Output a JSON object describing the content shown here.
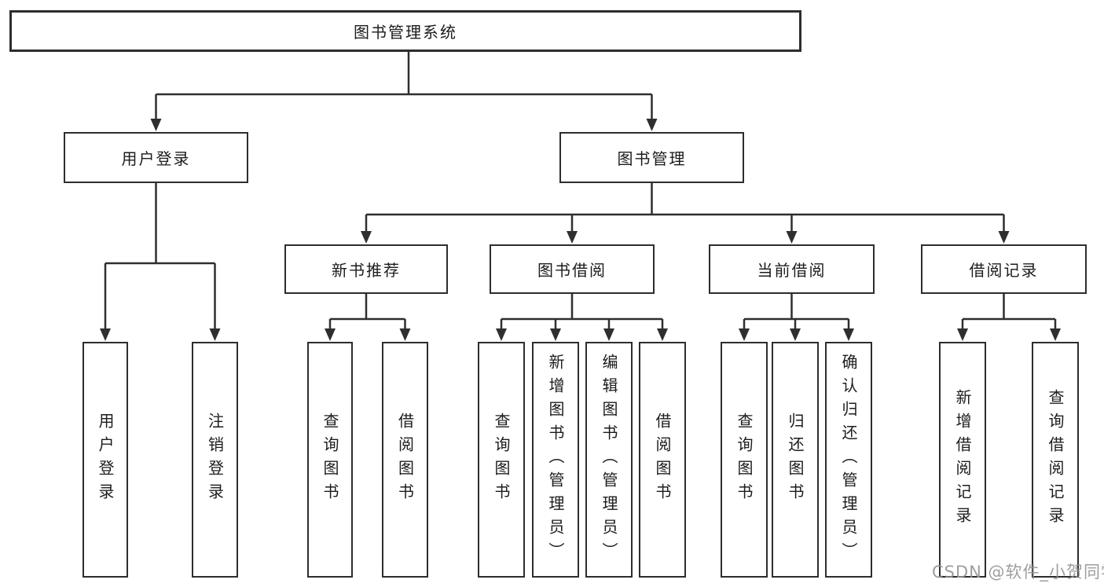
{
  "tree": {
    "root": {
      "label": "图书管理系统"
    },
    "branches": [
      {
        "label": "用户登录",
        "children": [
          {
            "label": "用户登录"
          },
          {
            "label": "注销登录"
          }
        ]
      },
      {
        "label": "图书管理",
        "children": [
          {
            "label": "新书推荐",
            "children": [
              {
                "label": "查询图书"
              },
              {
                "label": "借阅图书"
              }
            ]
          },
          {
            "label": "图书借阅",
            "children": [
              {
                "label": "查询图书"
              },
              {
                "label": "新增图书（管理员）"
              },
              {
                "label": "编辑图书（管理员）"
              },
              {
                "label": "借阅图书"
              }
            ]
          },
          {
            "label": "当前借阅",
            "children": [
              {
                "label": "查询图书"
              },
              {
                "label": "归还图书"
              },
              {
                "label": "确认归还（管理员）"
              }
            ]
          },
          {
            "label": "借阅记录",
            "children": [
              {
                "label": "新增借阅记录"
              },
              {
                "label": "查询借阅记录"
              }
            ]
          }
        ]
      }
    ]
  },
  "watermark": {
    "text": "CSDN @软件_小贺同学"
  },
  "colors": {
    "line": "#2f2f2f",
    "border": "#2d2d2d",
    "text": "#1c1c1c",
    "watermark": "#949494"
  }
}
